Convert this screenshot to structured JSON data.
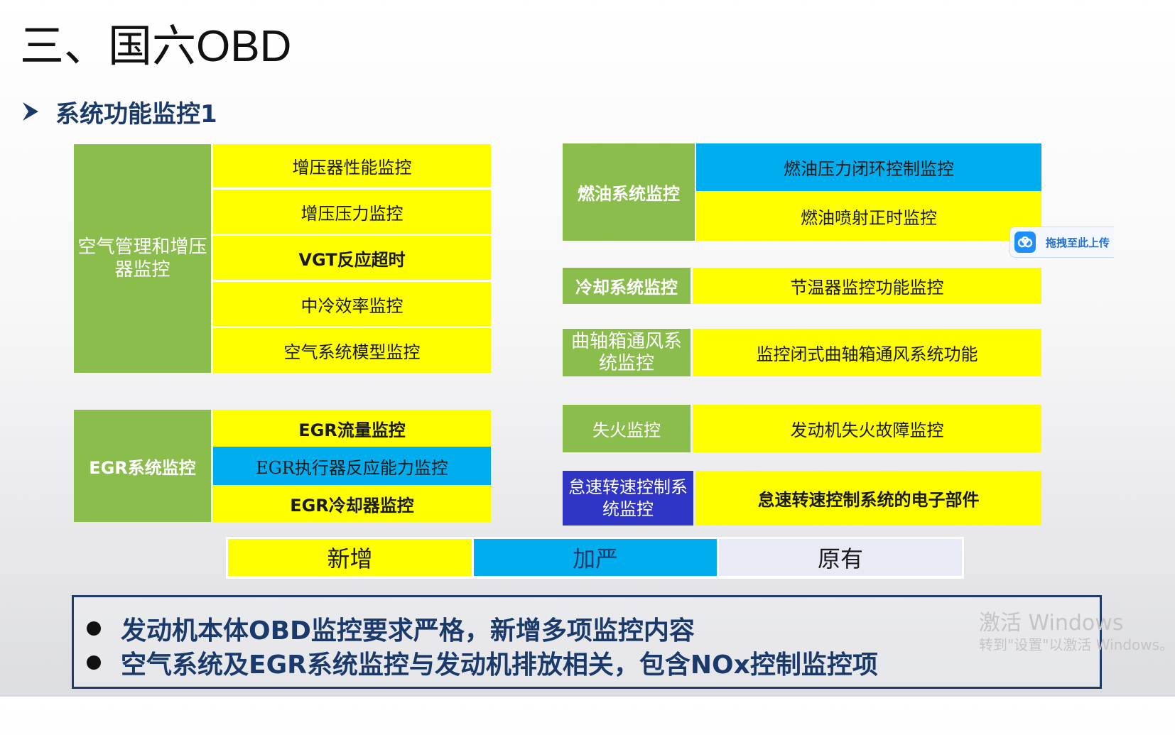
{
  "slide": {
    "title": "三、国六OBD",
    "subtitle": "系统功能监控1"
  },
  "air": {
    "group": "空气管理和增压器监控",
    "items": [
      "增压器性能监控",
      "增压压力监控",
      "VGT反应超时",
      "中冷效率监控",
      "空气系统模型监控"
    ]
  },
  "egr": {
    "group": "EGR系统监控",
    "items": [
      "EGR流量监控",
      "EGR执行器反应能力监控",
      "EGR冷却器监控"
    ]
  },
  "fuel": {
    "group": "燃油系统监控",
    "items": [
      "燃油压力闭环控制监控",
      "燃油喷射正时监控"
    ]
  },
  "cooling": {
    "group": "冷却系统监控",
    "item": "节温器监控功能监控"
  },
  "crankcase": {
    "group": "曲轴箱通风系统监控",
    "item": "监控闭式曲轴箱通风系统功能"
  },
  "misfire": {
    "group": "失火监控",
    "item": "发动机失火故障监控"
  },
  "idle": {
    "group": "怠速转速控制系统监控",
    "item": "怠速转速控制系统的电子部件"
  },
  "legend": {
    "new": "新增",
    "stricter": "加严",
    "existing": "原有"
  },
  "notes": [
    "发动机本体OBD监控要求严格，新增多项监控内容",
    "空气系统及EGR系统监控与发动机排放相关，包含NOx控制监控项"
  ],
  "overlay": {
    "upload_label": "拖拽至此上传",
    "upload_icon": "cloud-icon"
  },
  "watermark": {
    "line1": "激活 Windows",
    "line2": "转到\"设置\"以激活 Windows。"
  },
  "colors": {
    "new": "#ffff00",
    "stricter": "#00aeef",
    "existing": "#e8eaf6",
    "group": "#8bbd4c",
    "group_alt": "#2f35c5",
    "heading": "#1a3a6b"
  }
}
